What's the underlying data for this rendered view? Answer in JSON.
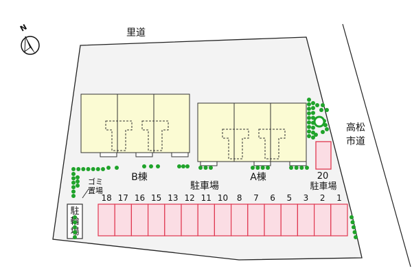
{
  "compass": {
    "letter": "N"
  },
  "roads": {
    "top": "里道",
    "right": [
      "高松",
      "市道"
    ]
  },
  "buildings": {
    "b": "B棟",
    "a": "A棟"
  },
  "parking": {
    "center_label": "駐車場",
    "right_label": "駐車場",
    "spot20": "20",
    "numbers": [
      "18",
      "17",
      "16",
      "15",
      "13",
      "12",
      "11",
      "10",
      "8",
      "7",
      "6",
      "5",
      "3",
      "2",
      "1"
    ]
  },
  "garbage": [
    "ゴミ",
    "置場"
  ],
  "bike": [
    "駐",
    "輪",
    "場"
  ],
  "colors": {
    "site": "#f3f3f3",
    "building": "#fbfbd3",
    "parking": "#fbdde4",
    "parking_border": "#e0364e",
    "tree": "#1fa32a"
  }
}
